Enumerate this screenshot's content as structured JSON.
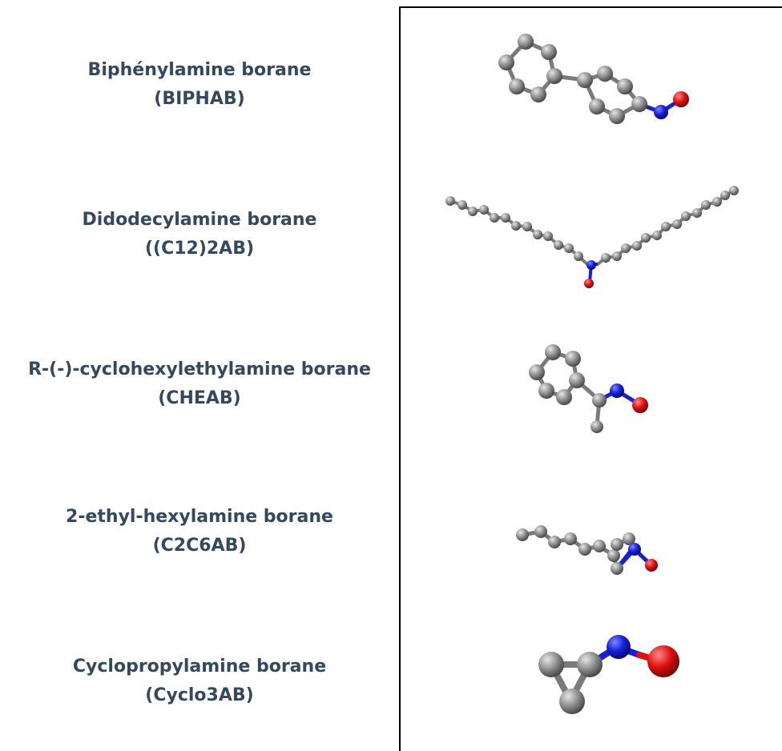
{
  "molecules": [
    {
      "name": "Biphénylamine borane",
      "code": "(BIPHAB)"
    },
    {
      "name": "Didodecylamine borane",
      "code": "((C12)2AB)"
    },
    {
      "name": "R-(-)-cyclohexylethylamine borane",
      "code": "(CHEAB)"
    },
    {
      "name": "2-ethyl-hexylamine borane",
      "code": "(C2C6AB)"
    },
    {
      "name": "Cyclopropylamine borane",
      "code": "(Cyclo3AB)"
    }
  ],
  "colors": {
    "label_text": "#34495e",
    "carbon": "#8a8a8a",
    "nitrogen": "#1520d8",
    "boron_oxygen": "#e01010",
    "bond": "#7a7a7a"
  },
  "atom_icons": [
    "carbon-atom-icon",
    "nitrogen-atom-icon",
    "red-atom-icon"
  ]
}
